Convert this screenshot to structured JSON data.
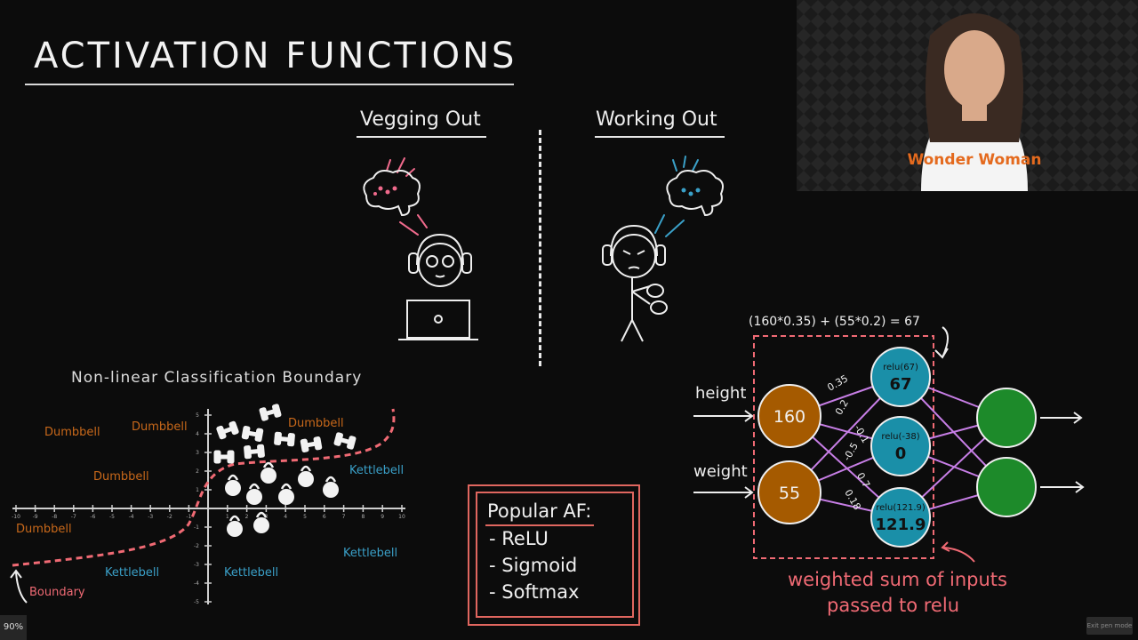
{
  "slide": {
    "title": "ACTIVATION FUNCTIONS",
    "left_panel_label": "Vegging Out",
    "right_panel_label": "Working Out"
  },
  "classification": {
    "title": "Non-linear Classification Boundary",
    "dumbbell_labels": [
      "Dumbbell",
      "Dumbbell",
      "Dumbbell",
      "Dumbbell",
      "Dumbbell"
    ],
    "kettlebell_labels": [
      "Kettlebell",
      "Kettlebell",
      "Kettlebell",
      "Kettlebell"
    ],
    "boundary_label": "Boundary",
    "x_ticks": [
      "-10",
      "-9",
      "-8",
      "-7",
      "-6",
      "-5",
      "-4",
      "-3",
      "-2",
      "-1",
      "1",
      "2",
      "3",
      "4",
      "5",
      "6",
      "7",
      "8",
      "9",
      "10"
    ],
    "y_ticks": [
      "5",
      "4",
      "3",
      "2",
      "1",
      "-1",
      "-2",
      "-3",
      "-4",
      "-5"
    ],
    "colors": {
      "dumbbell": "#c8681a",
      "kettlebell": "#3aa0c8",
      "boundary": "#f06a74"
    }
  },
  "popular_af": {
    "title": "Popular AF:",
    "items": [
      "- ReLU",
      "- Sigmoid",
      "- Softmax"
    ]
  },
  "network": {
    "formula": "(160*0.35) + (55*0.2) = 67",
    "input_labels": [
      "height",
      "weight"
    ],
    "input_values": [
      "160",
      "55"
    ],
    "weights": [
      "0.35",
      "0.2",
      "-0.1",
      "-0.5",
      "0.7",
      "0.18"
    ],
    "hidden": [
      {
        "fn": "relu(67)",
        "value": "67"
      },
      {
        "fn": "relu(-38)",
        "value": "0"
      },
      {
        "fn": "relu(121.9)",
        "value": "121.9"
      }
    ],
    "caption_line1": "weighted sum of inputs",
    "caption_line2": "passed to relu",
    "colors": {
      "input": "#a55a00",
      "hidden": "#1a8fa8",
      "output": "#1d8a2a",
      "edges": "#c77ee6"
    }
  },
  "webcam": {
    "shirt_text": "Wonder Woman"
  },
  "ui": {
    "zoom_level": "90%",
    "exit_button": "Exit pen mode"
  }
}
